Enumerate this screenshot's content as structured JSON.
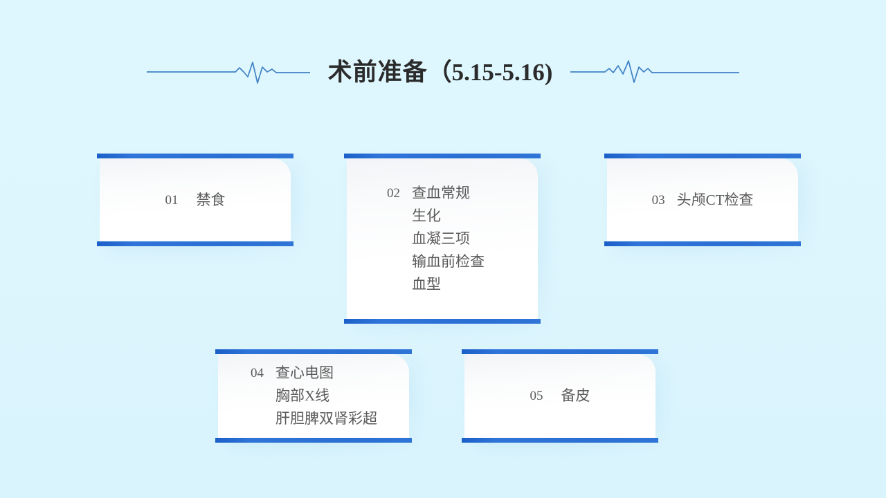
{
  "slide": {
    "background_color": "#ddf6fd",
    "accent_color": "#2a6fd4",
    "title": {
      "heading": "术前准备",
      "date_range": "（5.15-5.16)",
      "left_decoration": "ecg-line-icon",
      "right_decoration": "ecg-line-icon"
    },
    "cards": [
      {
        "number": "01",
        "lines": [
          "禁食"
        ],
        "align": "center"
      },
      {
        "number": "02",
        "lines": [
          "查血常规",
          "生化",
          "血凝三项",
          "输血前检查",
          "血型"
        ],
        "align": "list"
      },
      {
        "number": "03",
        "lines": [
          "头颅CT检查"
        ],
        "align": "center"
      },
      {
        "number": "04",
        "lines": [
          "查心电图",
          "胸部X线",
          "肝胆脾双肾彩超"
        ],
        "align": "list"
      },
      {
        "number": "05",
        "lines": [
          "备皮"
        ],
        "align": "center"
      }
    ]
  }
}
